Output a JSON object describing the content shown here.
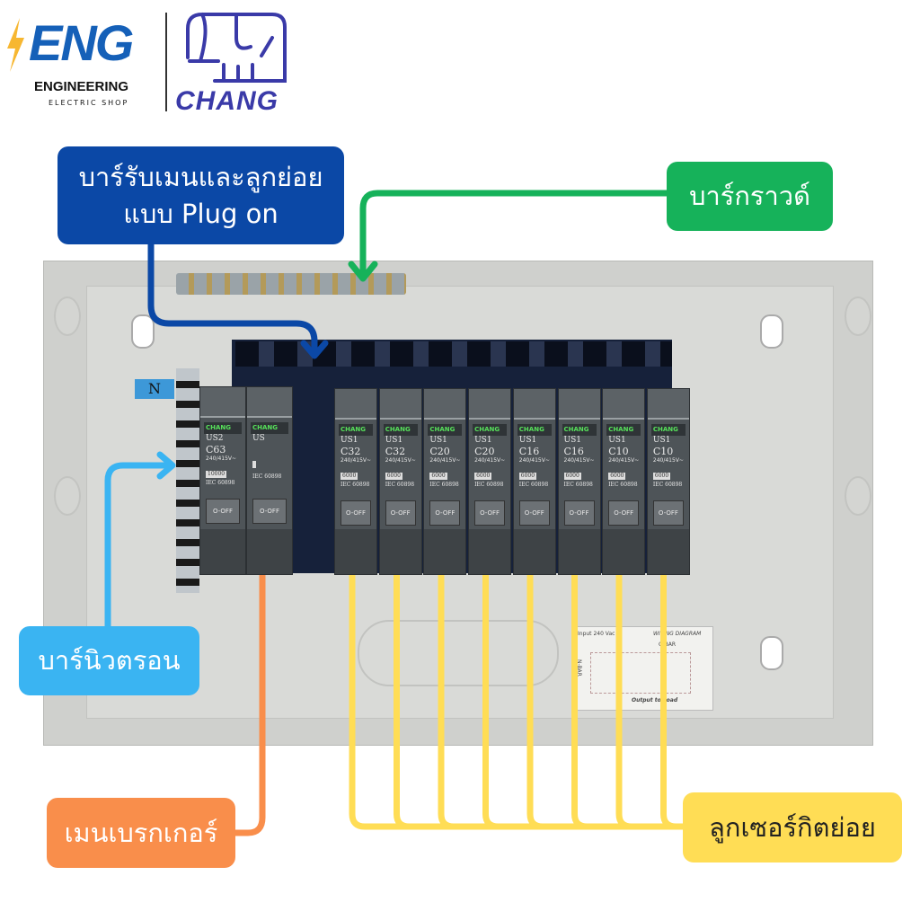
{
  "logos": {
    "eng_logo_text": "ENG",
    "eng_subtitle": "ENGINEERING",
    "eng_tagline": "ELECTRIC SHOP",
    "chang_logo_text": "CHANG"
  },
  "labels": {
    "busbar": {
      "line1": "บาร์รับเมนและลูกย่อย",
      "line2": "แบบ Plug on",
      "color": "#0b48a6"
    },
    "ground_bar": {
      "text": "บาร์กราวด์",
      "color": "#16b25a"
    },
    "neutral_bar": {
      "text": "บาร์นิวตรอน",
      "color": "#3ab4f2"
    },
    "main_breaker": {
      "text": "เมนเบรกเกอร์",
      "color": "#f98e4b"
    },
    "sub_breakers": {
      "text": "ลูกเซอร์กิตย่อย",
      "color": "#ffdd55"
    }
  },
  "neutral_tag": "N",
  "breakers": {
    "main": [
      {
        "brand": "CHANG",
        "type": "US2",
        "rating": "C63",
        "voltage": "240/415V~",
        "capacity": "10000",
        "standard": "IEC 60898",
        "switch": "O-OFF"
      },
      {
        "brand": "CHANG",
        "type": "US",
        "rating": "",
        "voltage": "",
        "capacity": "",
        "standard": "IEC 60898",
        "switch": "O-OFF"
      }
    ],
    "sub": [
      {
        "brand": "CHANG",
        "type": "US1",
        "rating": "C32",
        "voltage": "240/415V~",
        "capacity": "6000",
        "standard": "IEC 60898",
        "switch": "O-OFF"
      },
      {
        "brand": "CHANG",
        "type": "US1",
        "rating": "C32",
        "voltage": "240/415V~",
        "capacity": "6000",
        "standard": "IEC 60898",
        "switch": "O-OFF"
      },
      {
        "brand": "CHANG",
        "type": "US1",
        "rating": "C20",
        "voltage": "240/415V~",
        "capacity": "6000",
        "standard": "IEC 60898",
        "switch": "O-OFF"
      },
      {
        "brand": "CHANG",
        "type": "US1",
        "rating": "C20",
        "voltage": "240/415V~",
        "capacity": "6000",
        "standard": "IEC 60898",
        "switch": "O-OFF"
      },
      {
        "brand": "CHANG",
        "type": "US1",
        "rating": "C16",
        "voltage": "240/415V~",
        "capacity": "6000",
        "standard": "IEC 60898",
        "switch": "O-OFF"
      },
      {
        "brand": "CHANG",
        "type": "US1",
        "rating": "C16",
        "voltage": "240/415V~",
        "capacity": "6000",
        "standard": "IEC 60898",
        "switch": "O-OFF"
      },
      {
        "brand": "CHANG",
        "type": "US1",
        "rating": "C10",
        "voltage": "240/415V~",
        "capacity": "6000",
        "standard": "IEC 60898",
        "switch": "O-OFF"
      },
      {
        "brand": "CHANG",
        "type": "US1",
        "rating": "C10",
        "voltage": "240/415V~",
        "capacity": "6000",
        "standard": "IEC 60898",
        "switch": "O-OFF"
      }
    ]
  },
  "wiring_diagram": {
    "title": "WIRING DIAGRAM",
    "input": "Input 240 Vac",
    "output": "Output to Load",
    "gbar": "G-BAR",
    "nbar": "N-BAR"
  }
}
